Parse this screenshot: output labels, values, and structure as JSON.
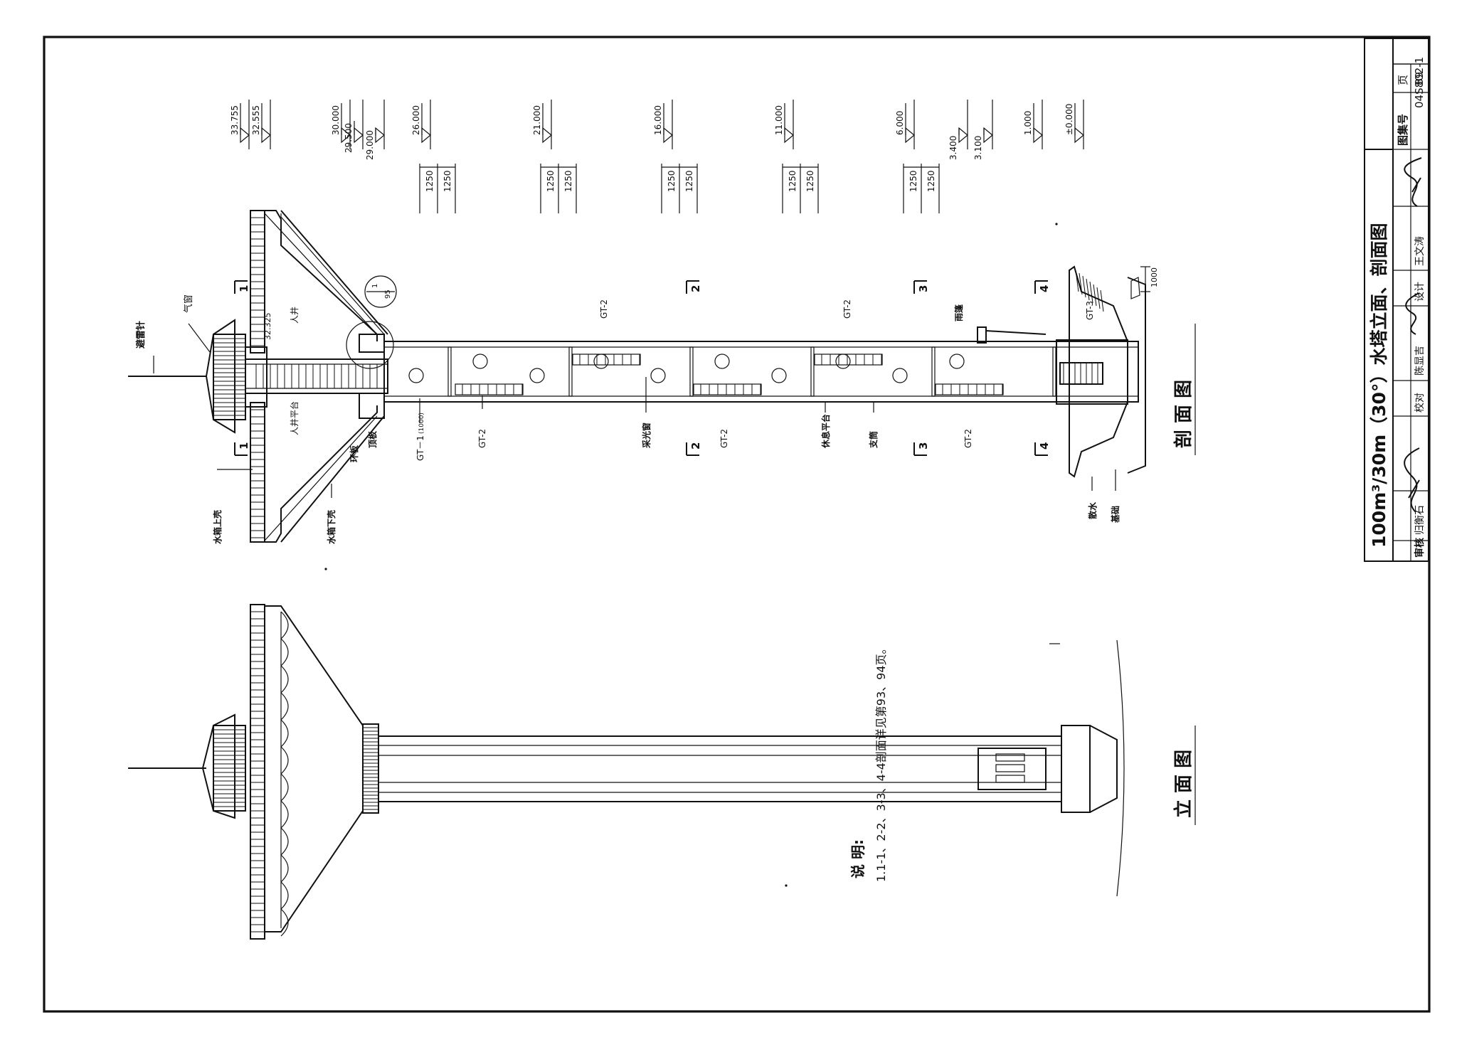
{
  "title_block": {
    "title": "100m³/30m（30°）水塔立面、剖面图",
    "atlas_label": "图集号",
    "atlas_no": "04S802-1",
    "page_label": "页",
    "page_no": "89",
    "review_label": "审核",
    "review_name": "归衡石",
    "check_label": "校对",
    "check_name": "陈显吉",
    "design_label": "设计",
    "design_name": "王文涛"
  },
  "section": {
    "title": "剖 面 图",
    "elevations": [
      "33.755",
      "32.555",
      "30.000",
      "29.500",
      "29.000",
      "26.000",
      "21.000",
      "16.000",
      "11.000",
      "6.000",
      "3.400",
      "3.100",
      "1.000",
      "±0.000"
    ],
    "dim_1250": "1250",
    "dim_1000": "1000",
    "level_32325": "32.325",
    "detail_no": "1",
    "detail_page": "95",
    "labels": {
      "lightning_rod": "避雷针",
      "air_vent": "气窗",
      "manhole_top": "人井",
      "manhole_platform": "人井平台",
      "ring_slab": "环板",
      "roof_slab": "顶板",
      "gt_1": "GT－1",
      "gt_1_scale": "(1000)",
      "gt_2": "GT-2",
      "gt_3": "GT-3",
      "skylight": "采光窗",
      "rest_platform": "休息平台",
      "tube": "支筒",
      "canopy": "雨篷",
      "apron": "散水",
      "foundation": "基础",
      "tank_upper_shell": "水箱上壳",
      "tank_lower_shell": "水箱下壳"
    },
    "cut_marks": [
      "1",
      "2",
      "3",
      "4"
    ]
  },
  "elevation_view": {
    "title": "立 面 图"
  },
  "notes": {
    "heading": "说  明:",
    "line1": "1.1-1、2-2、3-3、4-4剖面详见第93、94页。"
  }
}
